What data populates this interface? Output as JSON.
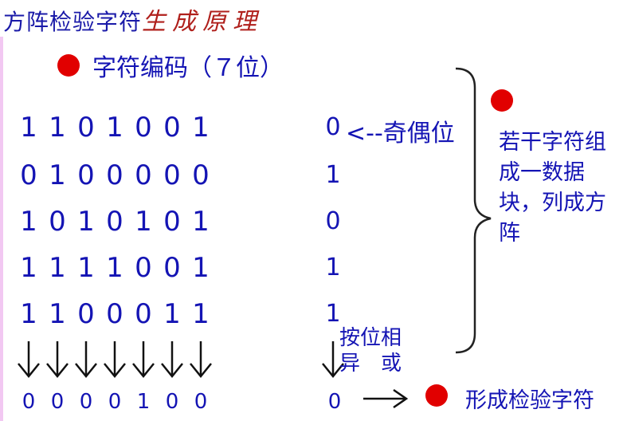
{
  "title": {
    "part1": "方阵检验字符",
    "part2": "生成原理"
  },
  "heading": "字符编码（７位）",
  "matrix": {
    "rows": [
      {
        "bits": [
          "1",
          "1",
          "0",
          "1",
          "0",
          "0",
          "1"
        ],
        "parity": "0"
      },
      {
        "bits": [
          "0",
          "1",
          "0",
          "0",
          "0",
          "0",
          "0"
        ],
        "parity": "1"
      },
      {
        "bits": [
          "1",
          "0",
          "1",
          "0",
          "1",
          "0",
          "1"
        ],
        "parity": "0"
      },
      {
        "bits": [
          "1",
          "1",
          "1",
          "1",
          "0",
          "0",
          "1"
        ],
        "parity": "1"
      },
      {
        "bits": [
          "1",
          "1",
          "0",
          "0",
          "0",
          "1",
          "1"
        ],
        "parity": "1"
      }
    ],
    "check_bits": [
      "0",
      "0",
      "0",
      "0",
      "1",
      "0",
      "0"
    ],
    "check_parity": "0"
  },
  "parity_label": "<--奇偶位",
  "block_description": "若干字符组成一数据块，列成方阵",
  "xor_label": [
    "按位相",
    "异　或"
  ],
  "result_label": "形成检验字符",
  "colors": {
    "text_blue": "#1414b4",
    "title_red": "#b0201c",
    "dot_red": "#e10000",
    "rule": "#f2c8f2"
  }
}
